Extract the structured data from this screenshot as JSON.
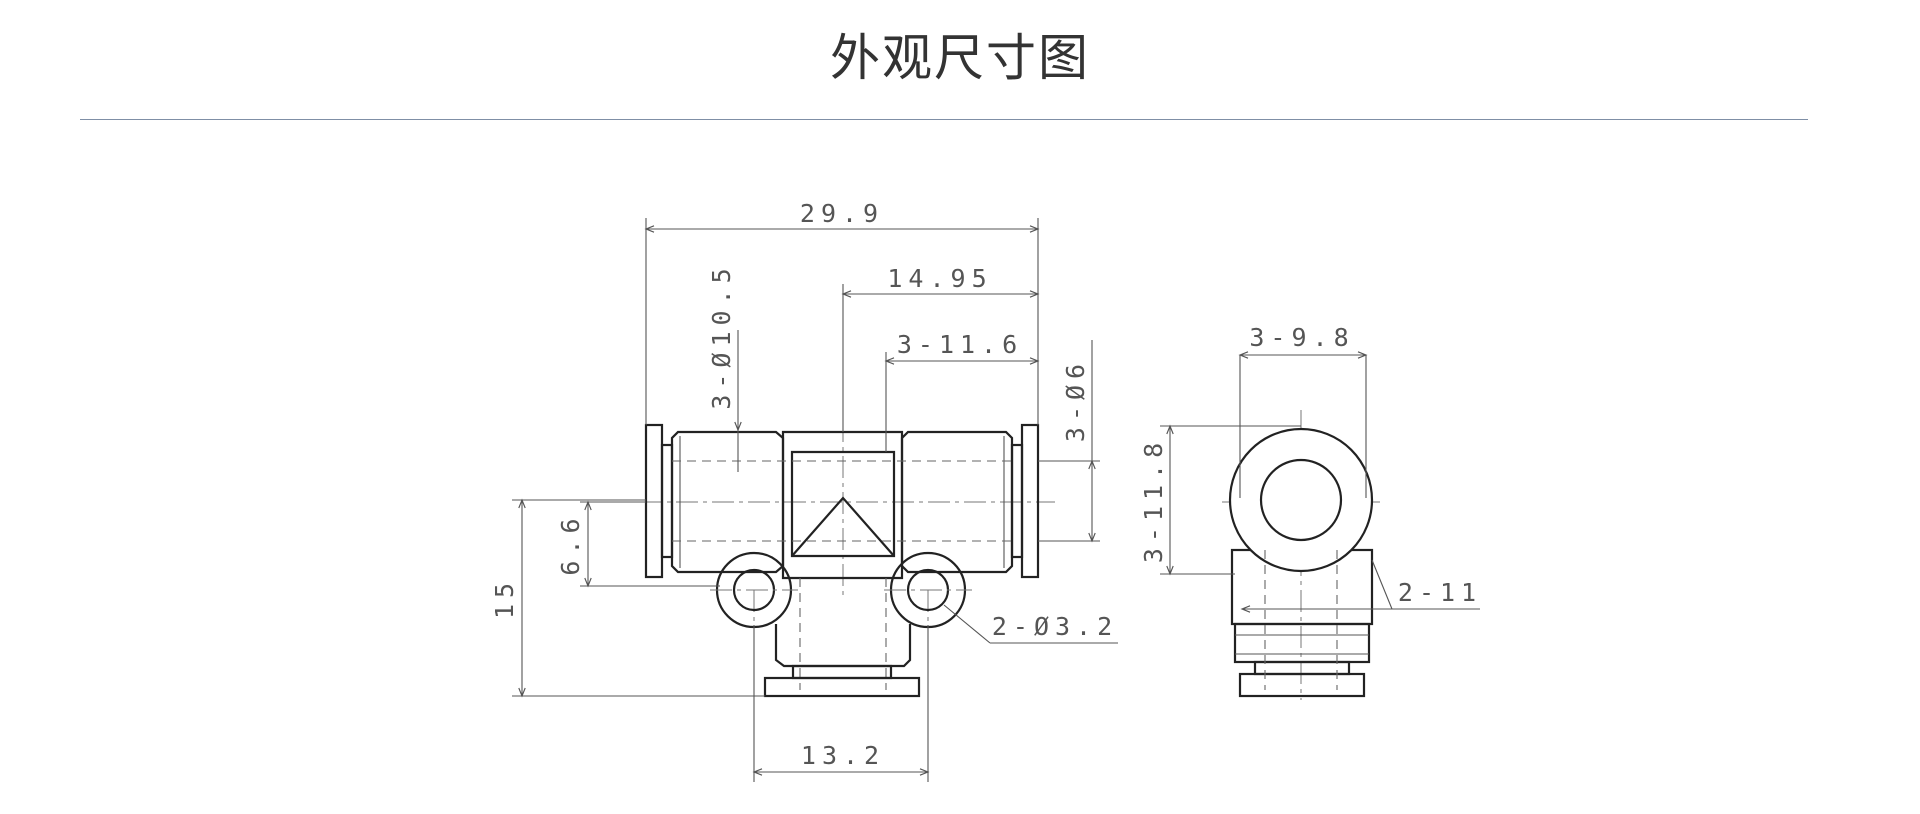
{
  "header": {
    "title": "外观尺寸图"
  },
  "drawing": {
    "front_view": {
      "overall_width": "29.9",
      "half_width": "14.95",
      "outer_diameter": "3-Ø10.5",
      "port_length": "3-11.6",
      "tube_diameter": "3-Ø6",
      "offset_small": "6.6",
      "height": "15",
      "mounting_holes": "2-Ø3.2",
      "hole_spacing": "13.2"
    },
    "side_view": {
      "width": "3-9.8",
      "height": "3-11.8",
      "body_depth": "2-11"
    }
  }
}
